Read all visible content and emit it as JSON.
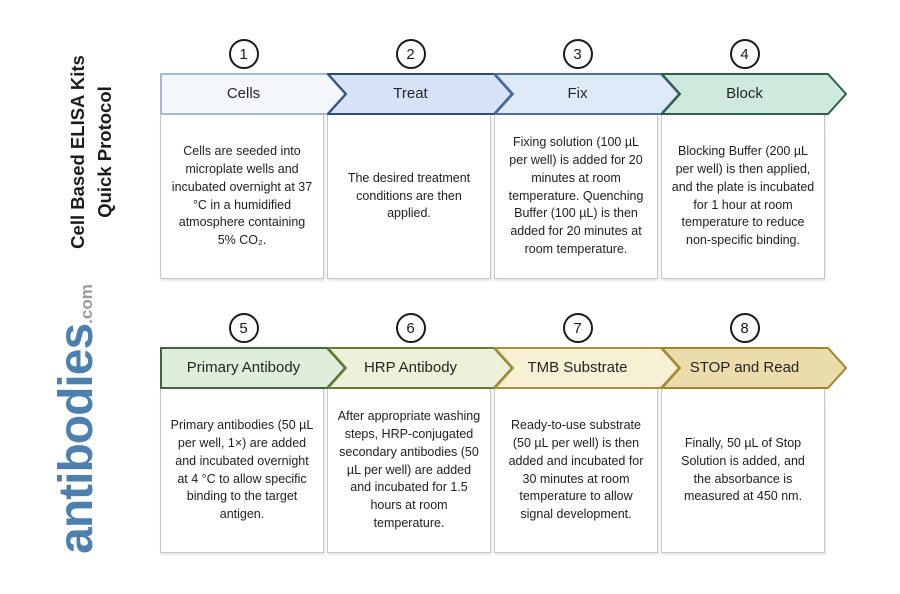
{
  "page": {
    "background": "#ffffff"
  },
  "sidebar": {
    "title_line1": "Cell Based ELISA Kits",
    "title_line2": "Quick Protocol",
    "logo_text": "antibodies",
    "logo_suffix": ".com",
    "logo_color": "#4d80ae",
    "logo_suffix_color": "#9b9b9b"
  },
  "steps": [
    {
      "number": "1",
      "label": "Cells",
      "description": "Cells are seeded into microplate wells and incubated overnight at 37 °C in a humidified atmosphere containing 5% CO₂.",
      "arrow_fill": "#f3f7fc",
      "arrow_stroke": "#a4b8d0"
    },
    {
      "number": "2",
      "label": "Treat",
      "description": "The desired treatment conditions are then applied.",
      "arrow_fill": "#d8e2f7",
      "arrow_stroke": "#2b4d7a"
    },
    {
      "number": "3",
      "label": "Fix",
      "description": "Fixing solution (100 µL per well) is added for 20 minutes at room temperature. Quenching Buffer (100 µL) is then added for 20 minutes at room temperature.",
      "arrow_fill": "#dfeaf8",
      "arrow_stroke": "#4a70a1"
    },
    {
      "number": "4",
      "label": "Block",
      "description": "Blocking Buffer (200 µL per well) is then applied, and the plate is incubated for 1 hour at room temperature to reduce non-specific binding.",
      "arrow_fill": "#cdeadd",
      "arrow_stroke": "#2e5f4b"
    },
    {
      "number": "5",
      "label": "Primary Antibody",
      "description": "Primary antibodies (50 µL per well, 1×) are added and incubated overnight at 4 °C to allow specific binding to the target antigen.",
      "arrow_fill": "#deeeda",
      "arrow_stroke": "#40663a"
    },
    {
      "number": "6",
      "label": "HRP Antibody",
      "description": "After appropriate washing steps, HRP-conjugated secondary antibodies (50 µL per well) are added and incubated for 1.5 hours at room temperature.",
      "arrow_fill": "#ebf2d9",
      "arrow_stroke": "#6d7b36"
    },
    {
      "number": "7",
      "label": "TMB Substrate",
      "description": "Ready-to-use substrate (50 µL per well) is then added and incubated for 30 minutes at room temperature to allow signal development.",
      "arrow_fill": "#f6f1d3",
      "arrow_stroke": "#ac8d3c"
    },
    {
      "number": "8",
      "label": "STOP and Read",
      "description": "Finally, 50 µL of Stop Solution is added, and the absorbance is measured at 450 nm.",
      "arrow_fill": "#eadcab",
      "arrow_stroke": "#a1852f"
    }
  ]
}
